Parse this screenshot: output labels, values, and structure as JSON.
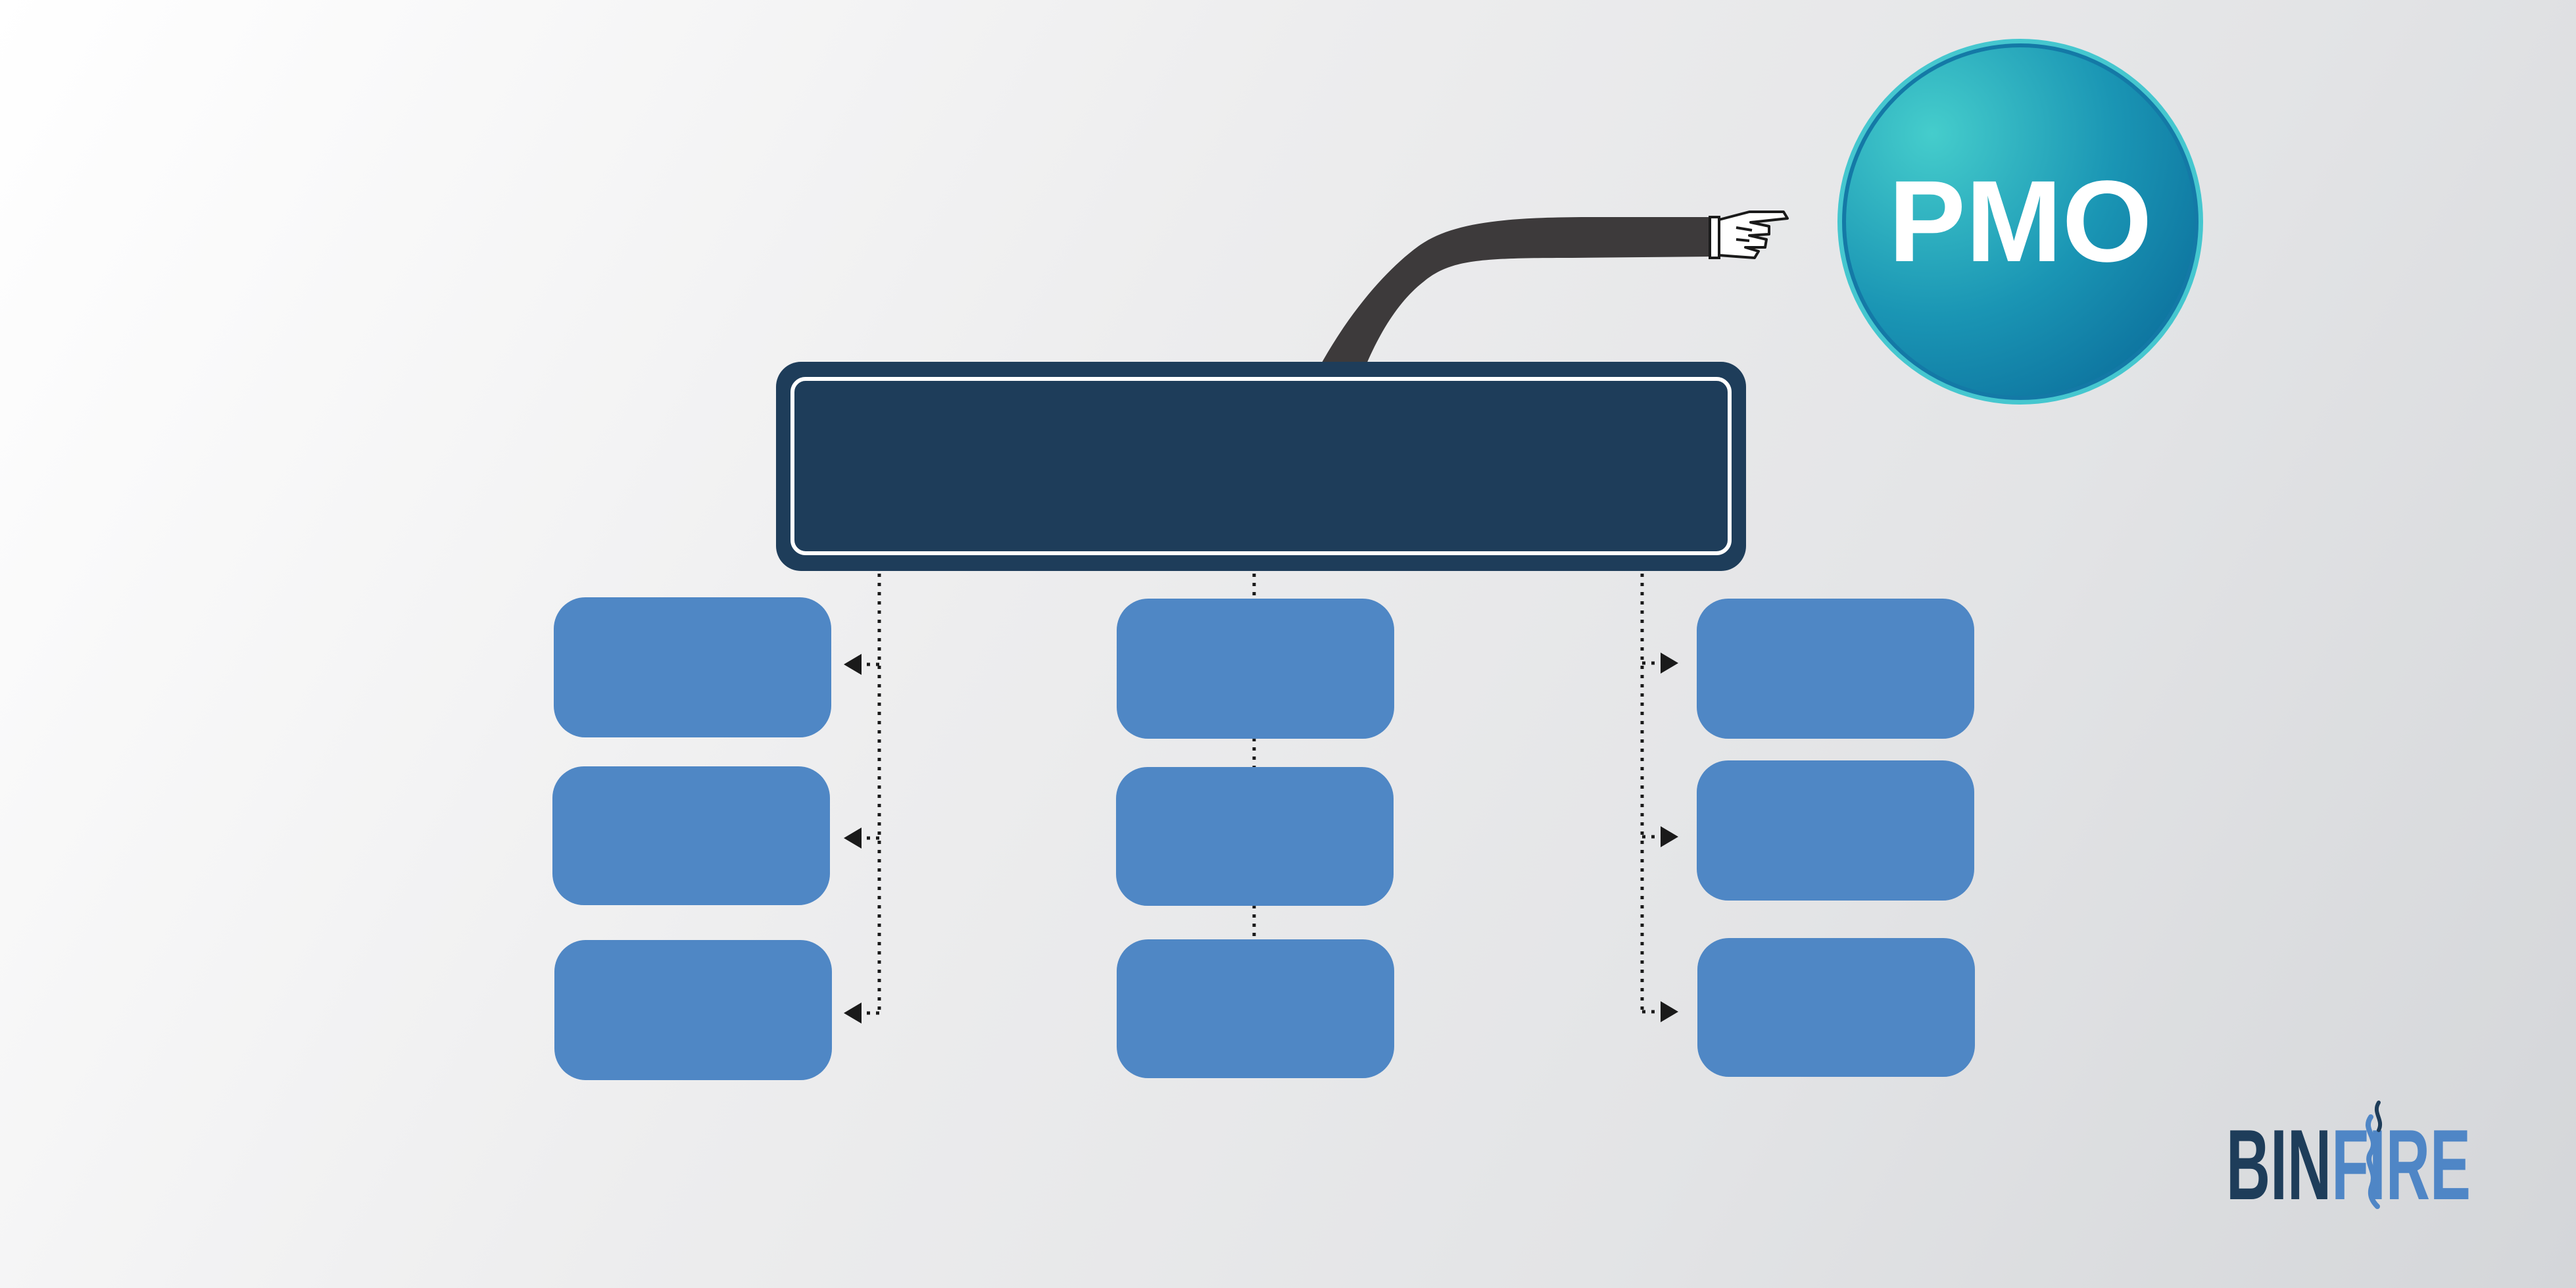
{
  "badge": {
    "text": "PMO"
  },
  "logo": {
    "text": "BINFIRE",
    "colors": {
      "dark": "#1e3d5a",
      "light": "#4f86c6"
    }
  },
  "colors": {
    "header_box": "#1e3d5a",
    "child_box": "#4f87c5",
    "arm": "#3d3a3b",
    "badge_light": "#45cdcc",
    "badge_dark": "#0b6d9b",
    "connector": "#1a1a1a"
  },
  "structure": {
    "header": "project-management-office",
    "branches": [
      {
        "id": "left",
        "children": 3,
        "arrow_direction": "left"
      },
      {
        "id": "center",
        "children": 3,
        "arrow_direction": "none"
      },
      {
        "id": "right",
        "children": 3,
        "arrow_direction": "right"
      }
    ]
  }
}
